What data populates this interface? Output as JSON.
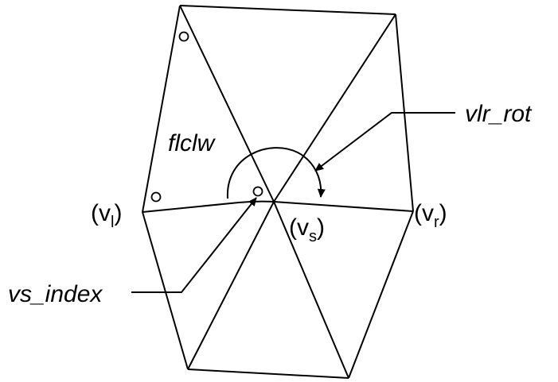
{
  "labels": {
    "face_name": "flclw",
    "rotation_name": "vlr_rot",
    "index_name": "vs_index",
    "vertex_left": {
      "open": "(v",
      "sub": "l",
      "close": ")"
    },
    "vertex_center": {
      "open": "(v",
      "sub": "s",
      "close": ")"
    },
    "vertex_right": {
      "open": "(v",
      "sub": "r",
      "close": ")"
    }
  },
  "colors": {
    "stroke": "#000000",
    "background": "#ffffff"
  }
}
